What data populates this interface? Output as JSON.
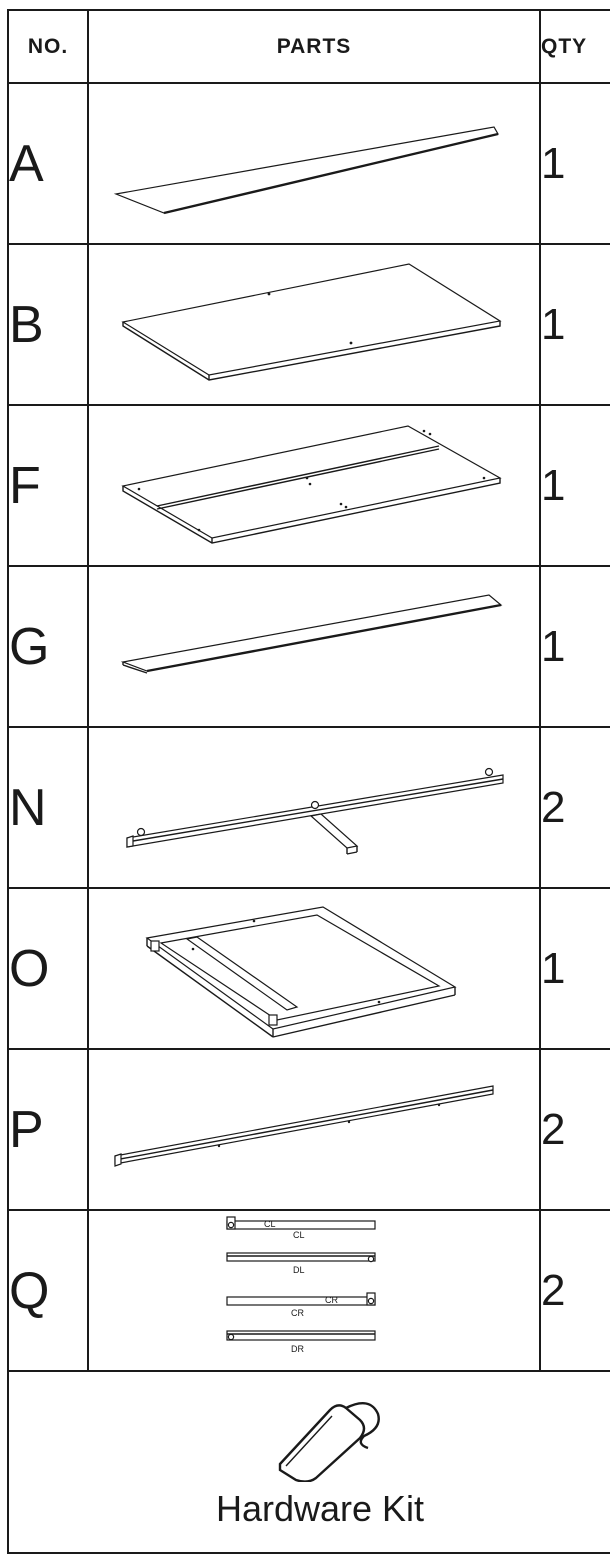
{
  "headers": {
    "no": "NO.",
    "parts": "PARTS",
    "qty": "QTY"
  },
  "rows": [
    {
      "letter": "A",
      "qty": "1",
      "icon": "panel-a-icon"
    },
    {
      "letter": "B",
      "qty": "1",
      "icon": "panel-b-icon"
    },
    {
      "letter": "F",
      "qty": "1",
      "icon": "panel-f-icon"
    },
    {
      "letter": "G",
      "qty": "1",
      "icon": "panel-g-icon"
    },
    {
      "letter": "N",
      "qty": "2",
      "icon": "rail-n-icon"
    },
    {
      "letter": "O",
      "qty": "1",
      "icon": "frame-o-icon"
    },
    {
      "letter": "P",
      "qty": "2",
      "icon": "rail-p-icon"
    },
    {
      "letter": "Q",
      "qty": "2",
      "icon": "drawer-slides-icon",
      "slide_labels": [
        "CL",
        "CL",
        "DL",
        "CR",
        "CR",
        "DR"
      ]
    }
  ],
  "hardware": {
    "label": "Hardware Kit",
    "icon": "hardware-bag-icon"
  }
}
